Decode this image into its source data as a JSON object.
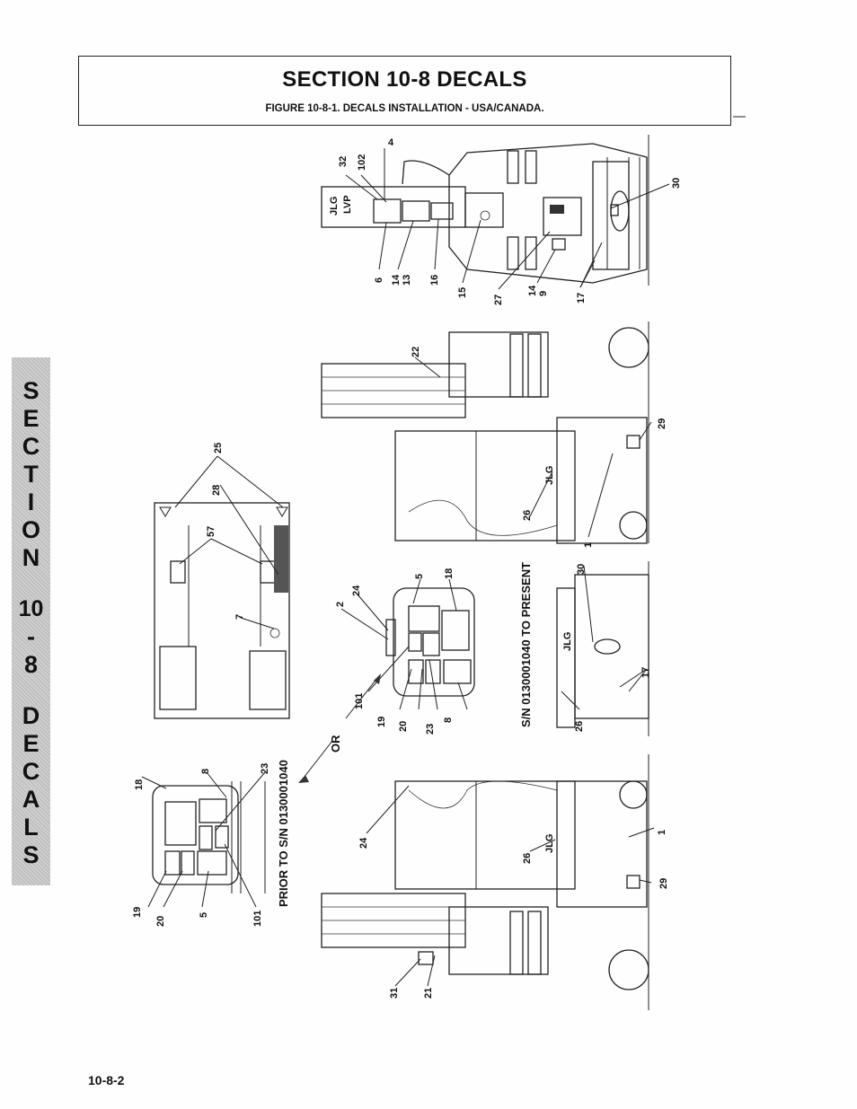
{
  "header": {
    "title": "SECTION 10-8 DECALS",
    "subtitle": "FIGURE 10-8-1. DECALS INSTALLATION - USA/CANADA."
  },
  "side_tab": {
    "letters": [
      "S",
      "E",
      "C",
      "T",
      "I",
      "O",
      "N",
      "",
      "10",
      "-",
      "8",
      "",
      "D",
      "E",
      "C",
      "A",
      "L",
      "S"
    ]
  },
  "page_number": "10-8-2",
  "figure": {
    "notes": {
      "prior": "PRIOR TO S/N 0130001040",
      "present": "S/N 0130001040 TO PRESENT",
      "or": "OR"
    },
    "callouts": {
      "c1a": "1",
      "c1b": "1",
      "c2": "2",
      "c4": "4",
      "c5a": "5",
      "c5b": "5",
      "c6": "6",
      "c7": "7",
      "c8a": "8",
      "c8b": "8",
      "c9": "9",
      "c13": "13",
      "c14a": "14",
      "c14b": "14",
      "c15": "15",
      "c16": "16",
      "c17a": "17",
      "c17b": "17",
      "c18a": "18",
      "c18b": "18",
      "c19a": "19",
      "c19b": "19",
      "c20a": "20",
      "c20b": "20",
      "c21": "21",
      "c22": "22",
      "c23a": "23",
      "c23b": "23",
      "c24a": "24",
      "c24b": "24",
      "c25": "25",
      "c26a": "26",
      "c26b": "26",
      "c26c": "26",
      "c27": "27",
      "c28": "28",
      "c29a": "29",
      "c29b": "29",
      "c30a": "30",
      "c30b": "30",
      "c31": "31",
      "c32": "32",
      "c57": "57",
      "c101a": "101",
      "c101b": "101",
      "c102": "102"
    },
    "logos": {
      "brand": "JLG",
      "model": "LVP"
    }
  }
}
